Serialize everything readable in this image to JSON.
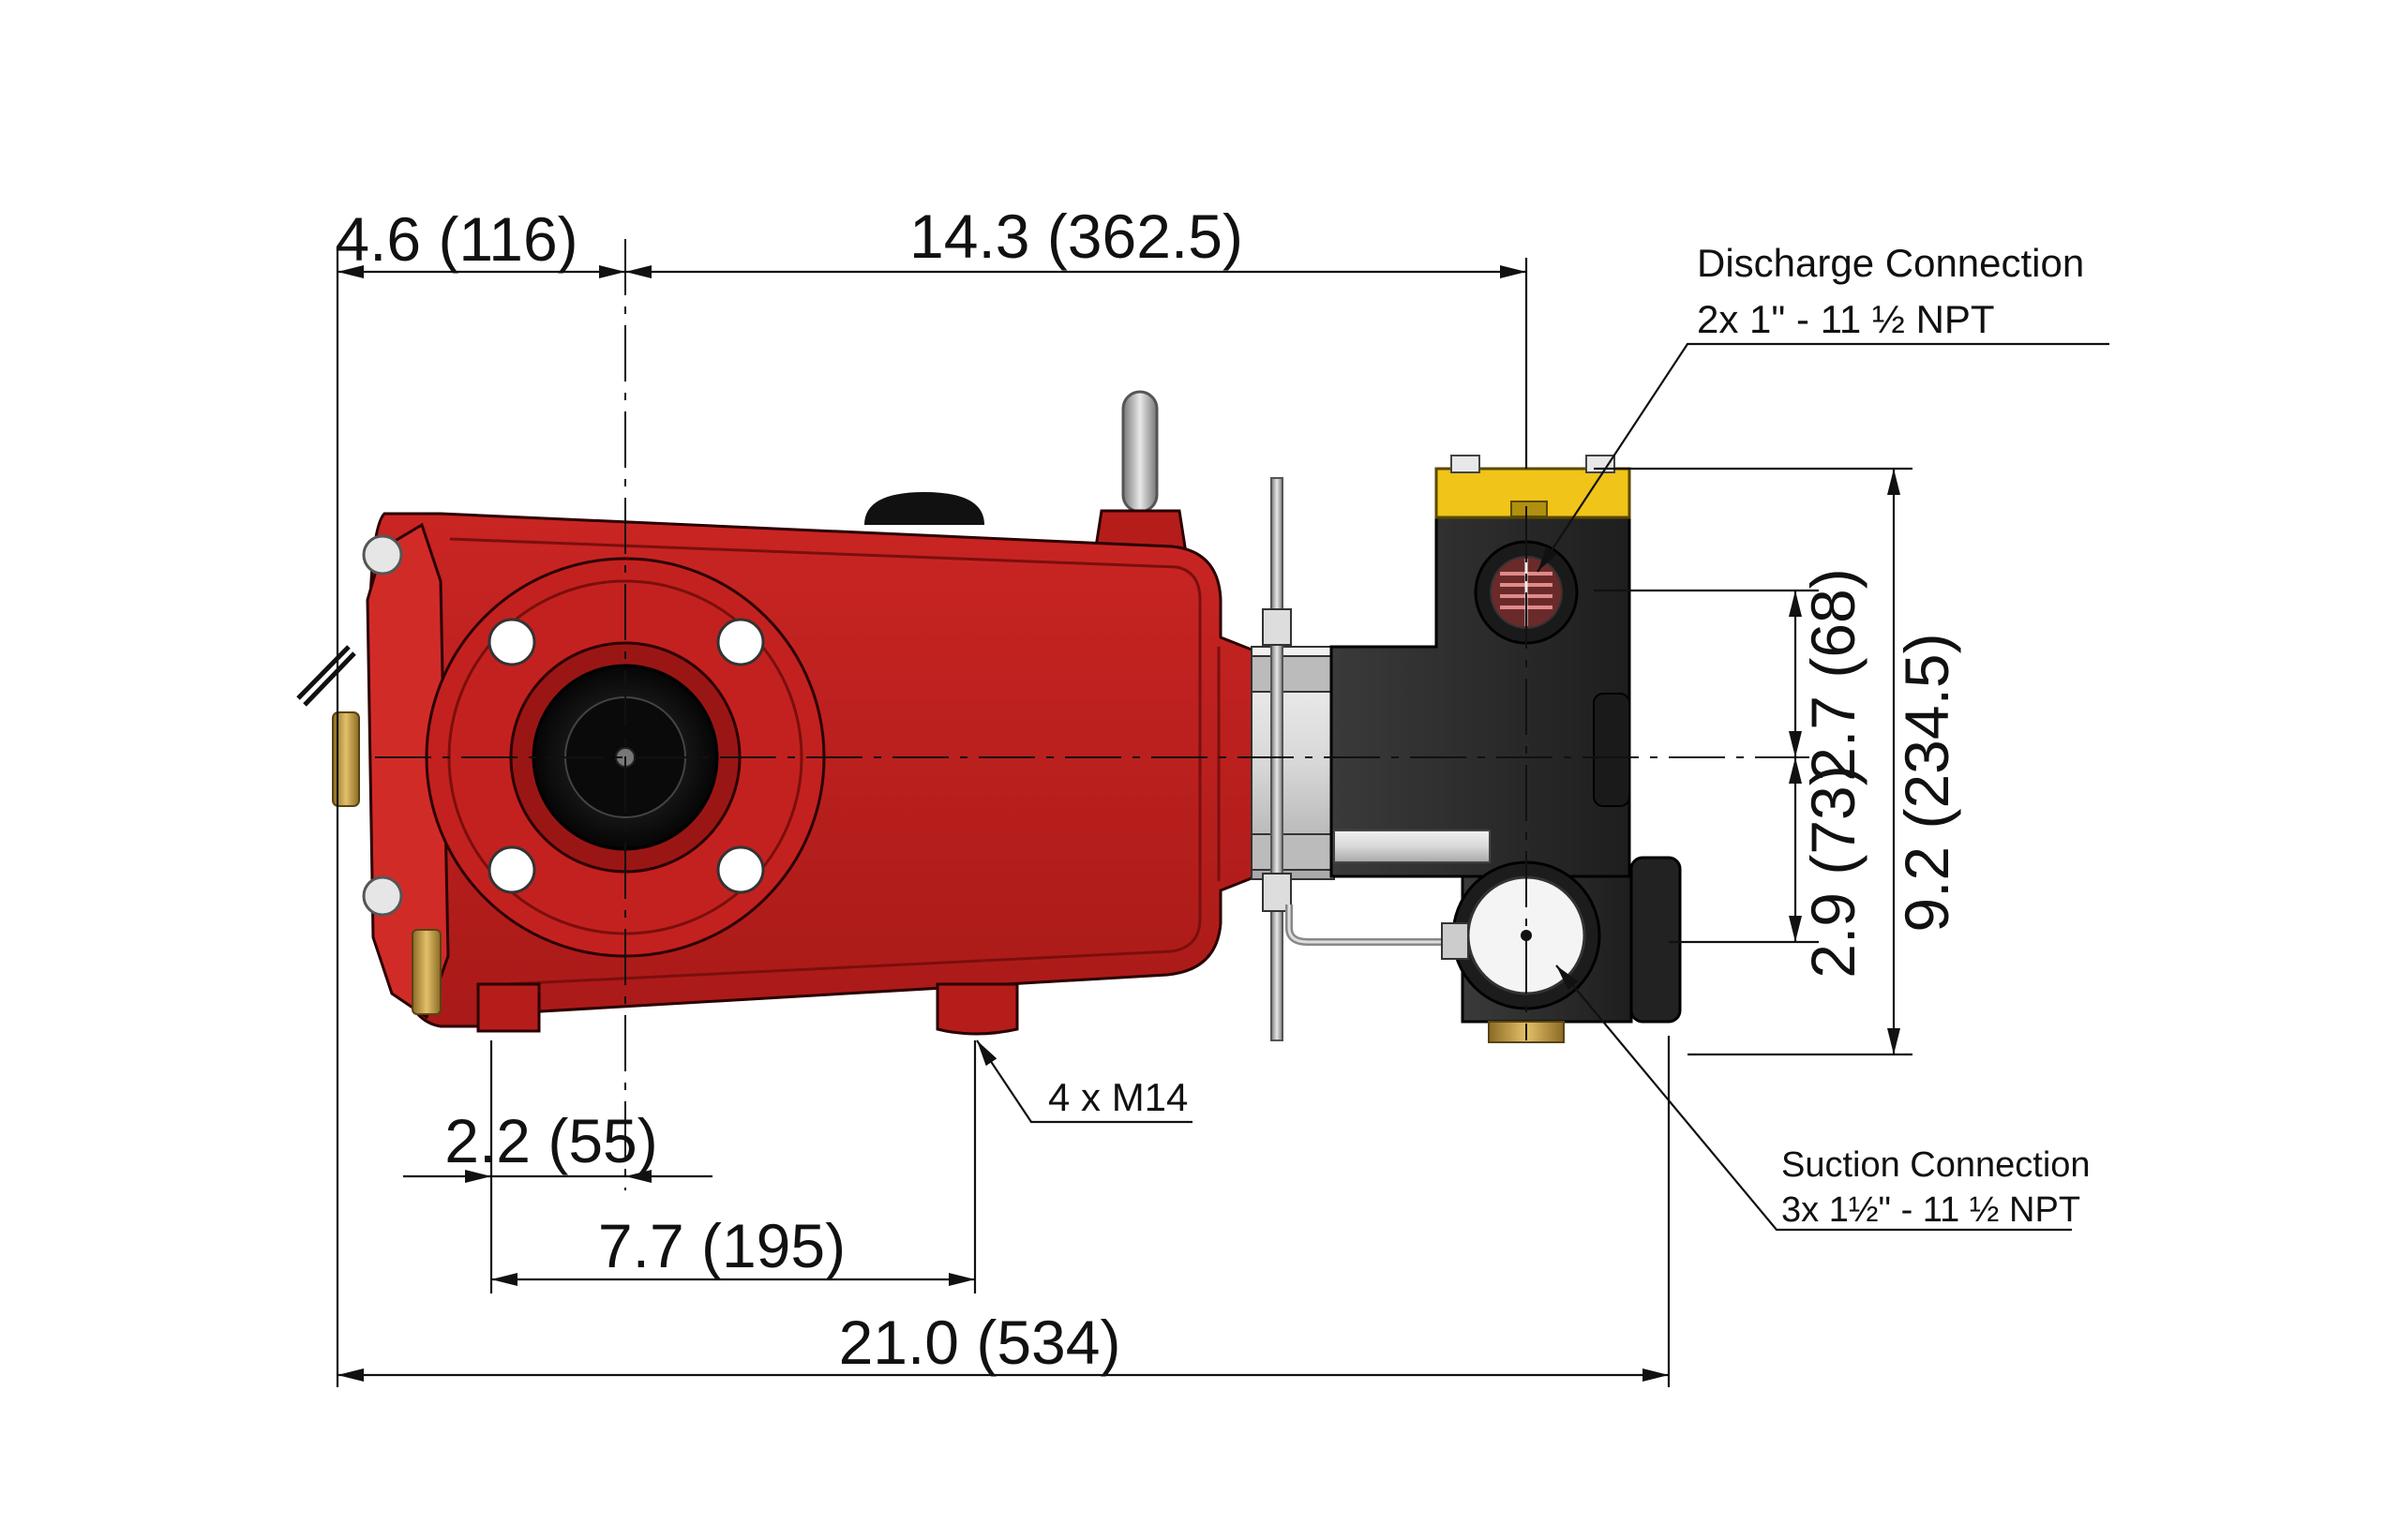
{
  "dimensions": {
    "rear_offset": "4.6 (116)",
    "shaft_to_manifold": "14.3 (362.5)",
    "foot_offset": "2.2 (55)",
    "foot_spacing": "7.7 (195)",
    "overall_length": "21.0 (534)",
    "discharge_height": "2.7 (68)",
    "suction_height": "2.9 (73)",
    "overall_height": "9.2 (234.5)"
  },
  "callouts": {
    "discharge_title": "Discharge Connection",
    "discharge_spec": "2x 1\" - 11 ½ NPT",
    "suction_title": "Suction Connection",
    "suction_spec": "3x 1½\" - 11 ½ NPT",
    "mount_holes": "4 x M14"
  },
  "colors": {
    "crankcase": "#c0201e",
    "crankcase_dark": "#8f1412",
    "manifold": "#2b2b2b",
    "valve_cap": "#f0c419",
    "brass": "#c9a04a",
    "steel": "#cfcfcf"
  }
}
